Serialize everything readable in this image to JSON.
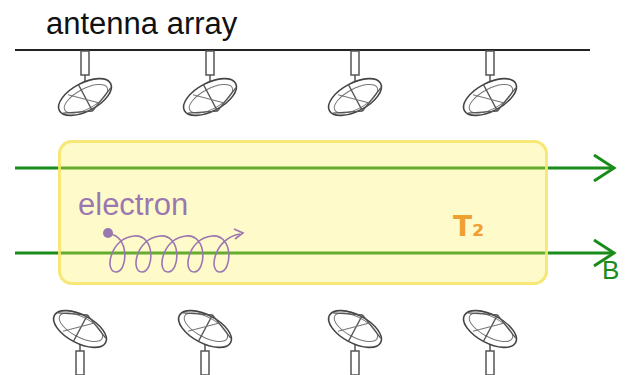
{
  "diagram": {
    "nodes": [
      {
        "text": [
          "T₂"
        ]
      }
    ],
    "labels": [
      "antenna array",
      "electron",
      "B"
    ]
  }
}
